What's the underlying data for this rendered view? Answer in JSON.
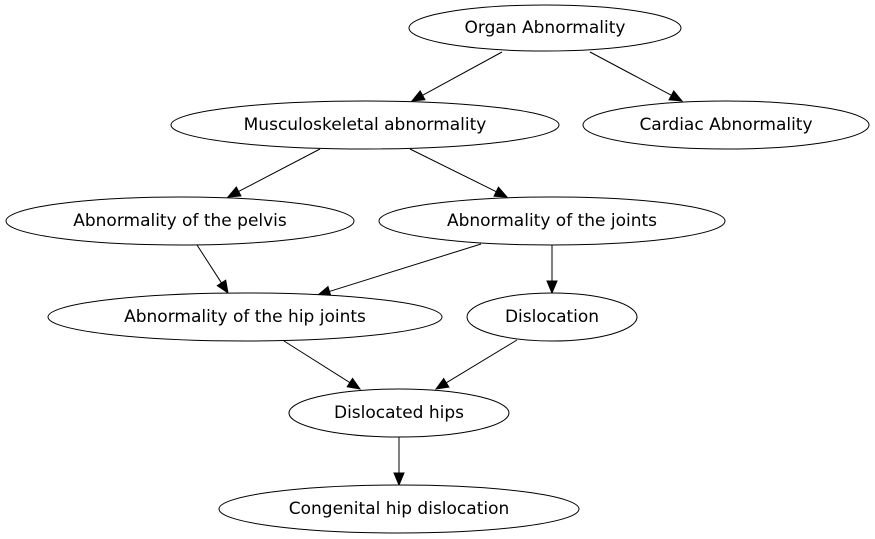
{
  "nodes": [
    {
      "id": "organ",
      "label": "Organ Abnormality"
    },
    {
      "id": "musculo",
      "label": "Musculoskeletal abnormality"
    },
    {
      "id": "cardiac",
      "label": "Cardiac Abnormality"
    },
    {
      "id": "pelvis",
      "label": "Abnormality of the pelvis"
    },
    {
      "id": "joints",
      "label": "Abnormality of the joints"
    },
    {
      "id": "hipjoints",
      "label": "Abnormality of the hip joints"
    },
    {
      "id": "dislocation",
      "label": "Dislocation"
    },
    {
      "id": "dislocatedhips",
      "label": "Dislocated hips"
    },
    {
      "id": "congenital",
      "label": "Congenital hip dislocation"
    }
  ],
  "edges": [
    {
      "from": "organ",
      "to": "musculo"
    },
    {
      "from": "organ",
      "to": "cardiac"
    },
    {
      "from": "musculo",
      "to": "pelvis"
    },
    {
      "from": "musculo",
      "to": "joints"
    },
    {
      "from": "pelvis",
      "to": "hipjoints"
    },
    {
      "from": "joints",
      "to": "hipjoints"
    },
    {
      "from": "joints",
      "to": "dislocation"
    },
    {
      "from": "hipjoints",
      "to": "dislocatedhips"
    },
    {
      "from": "dislocation",
      "to": "dislocatedhips"
    },
    {
      "from": "dislocatedhips",
      "to": "congenital"
    }
  ]
}
